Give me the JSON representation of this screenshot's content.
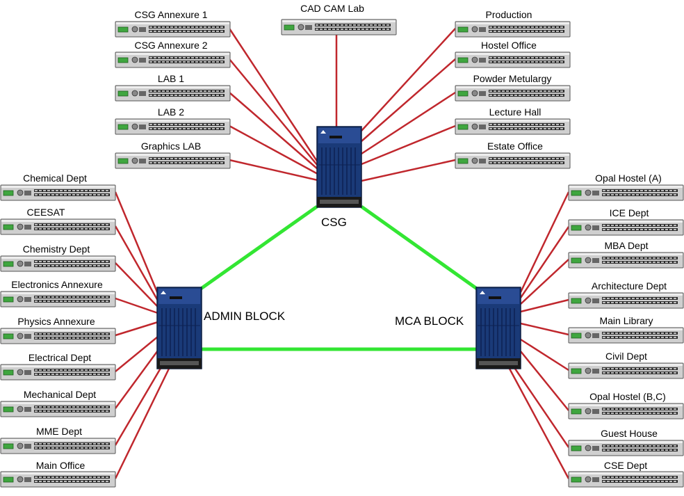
{
  "colors": {
    "access_link": "#c0272d",
    "backbone_link": "#33e633",
    "chassis": "#1a3a78",
    "switch_body": "#cfcfcf"
  },
  "hubs": {
    "csg": {
      "label": "CSG"
    },
    "admin": {
      "label": "ADMIN BLOCK"
    },
    "mca": {
      "label": "MCA BLOCK"
    }
  },
  "backbone": [
    {
      "from": "csg",
      "to": "admin"
    },
    {
      "from": "csg",
      "to": "mca"
    },
    {
      "from": "admin",
      "to": "mca"
    }
  ],
  "csg_switches": [
    {
      "label": "CSG Annexure 1"
    },
    {
      "label": "CSG Annexure 2"
    },
    {
      "label": "LAB 1"
    },
    {
      "label": "LAB 2"
    },
    {
      "label": "Graphics LAB"
    },
    {
      "label": "CAD CAM Lab"
    },
    {
      "label": "Production"
    },
    {
      "label": "Hostel Office"
    },
    {
      "label": "Powder Metulargy"
    },
    {
      "label": "Lecture Hall"
    },
    {
      "label": "Estate Office"
    }
  ],
  "admin_switches": [
    {
      "label": "Chemical Dept"
    },
    {
      "label": "CEESAT"
    },
    {
      "label": "Chemistry Dept"
    },
    {
      "label": "Electronics Annexure"
    },
    {
      "label": "Physics Annexure"
    },
    {
      "label": "Electrical Dept"
    },
    {
      "label": "Mechanical Dept"
    },
    {
      "label": "MME Dept"
    },
    {
      "label": "Main Office"
    }
  ],
  "mca_switches": [
    {
      "label": "Opal Hostel (A)"
    },
    {
      "label": "ICE Dept"
    },
    {
      "label": "MBA Dept"
    },
    {
      "label": "Architecture Dept"
    },
    {
      "label": "Main Library"
    },
    {
      "label": "Civil Dept"
    },
    {
      "label": "Opal Hostel (B,C)"
    },
    {
      "label": "Guest House"
    },
    {
      "label": "CSE Dept"
    }
  ]
}
